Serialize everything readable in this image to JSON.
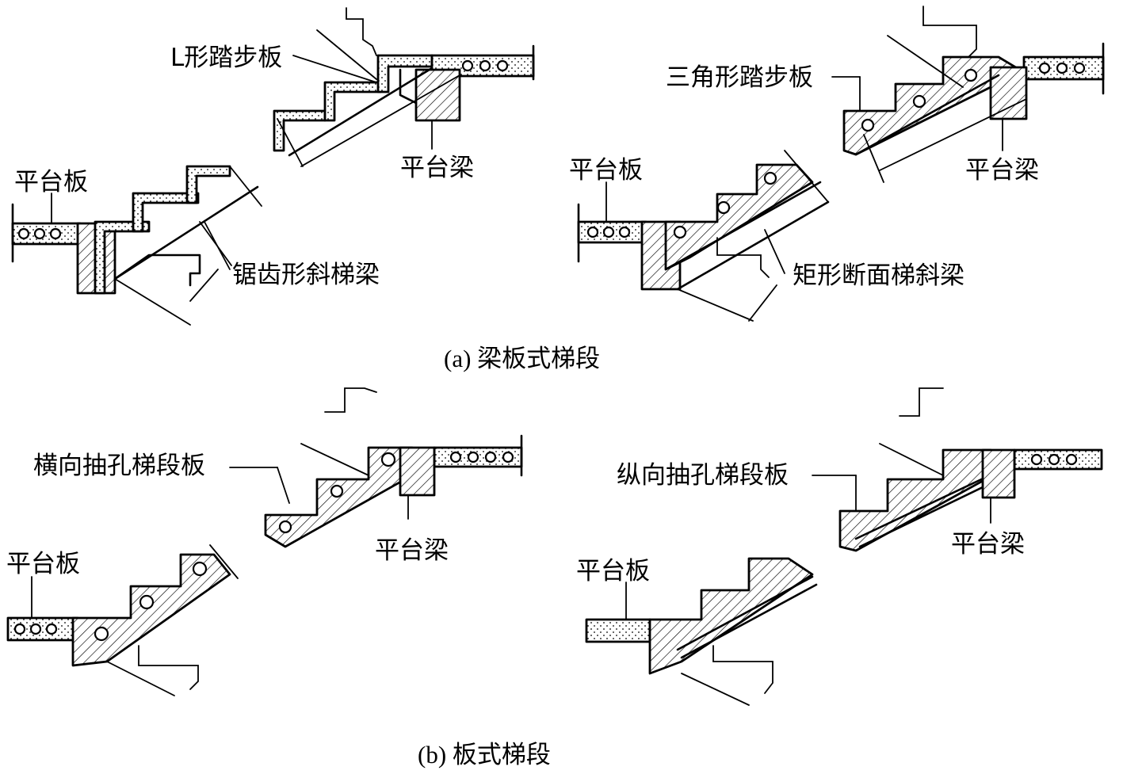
{
  "figure": {
    "part_a": {
      "caption": "(a) 梁板式梯段",
      "left": {
        "tread_label": "L形踏步板",
        "landing_slab_label": "平台板",
        "landing_beam_label": "平台梁",
        "stringer_label": "锯齿形斜梯梁"
      },
      "right": {
        "tread_label": "三角形踏步板",
        "landing_slab_label": "平台板",
        "landing_beam_label": "平台梁",
        "stringer_label": "矩形断面梯斜梁"
      }
    },
    "part_b": {
      "caption": "(b) 板式梯段",
      "left": {
        "slab_label": "横向抽孔梯段板",
        "landing_slab_label": "平台板",
        "landing_beam_label": "平台梁"
      },
      "right": {
        "slab_label": "纵向抽孔梯段板",
        "landing_slab_label": "平台板",
        "landing_beam_label": "平台梁"
      }
    }
  }
}
